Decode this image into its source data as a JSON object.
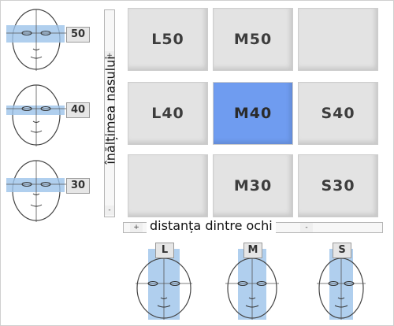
{
  "left_faces": [
    {
      "label": "50"
    },
    {
      "label": "40"
    },
    {
      "label": "30"
    }
  ],
  "vertical_slider": {
    "label": "înălțimea nasului",
    "plus": "+",
    "minus": "-"
  },
  "horizontal_slider": {
    "label": "distanța dintre ochi",
    "plus": "+",
    "minus": "-"
  },
  "grid": {
    "rows": [
      [
        "L50",
        "M50",
        ""
      ],
      [
        "L40",
        "M40",
        "S40"
      ],
      [
        "",
        "M30",
        "S30"
      ]
    ],
    "selected": "M40"
  },
  "bottom_faces": [
    {
      "label": "L"
    },
    {
      "label": "M"
    },
    {
      "label": "S"
    }
  ],
  "colors": {
    "selected": "#6f9cf0",
    "cell": "#e3e3e3",
    "band": "#9cc3ea"
  }
}
